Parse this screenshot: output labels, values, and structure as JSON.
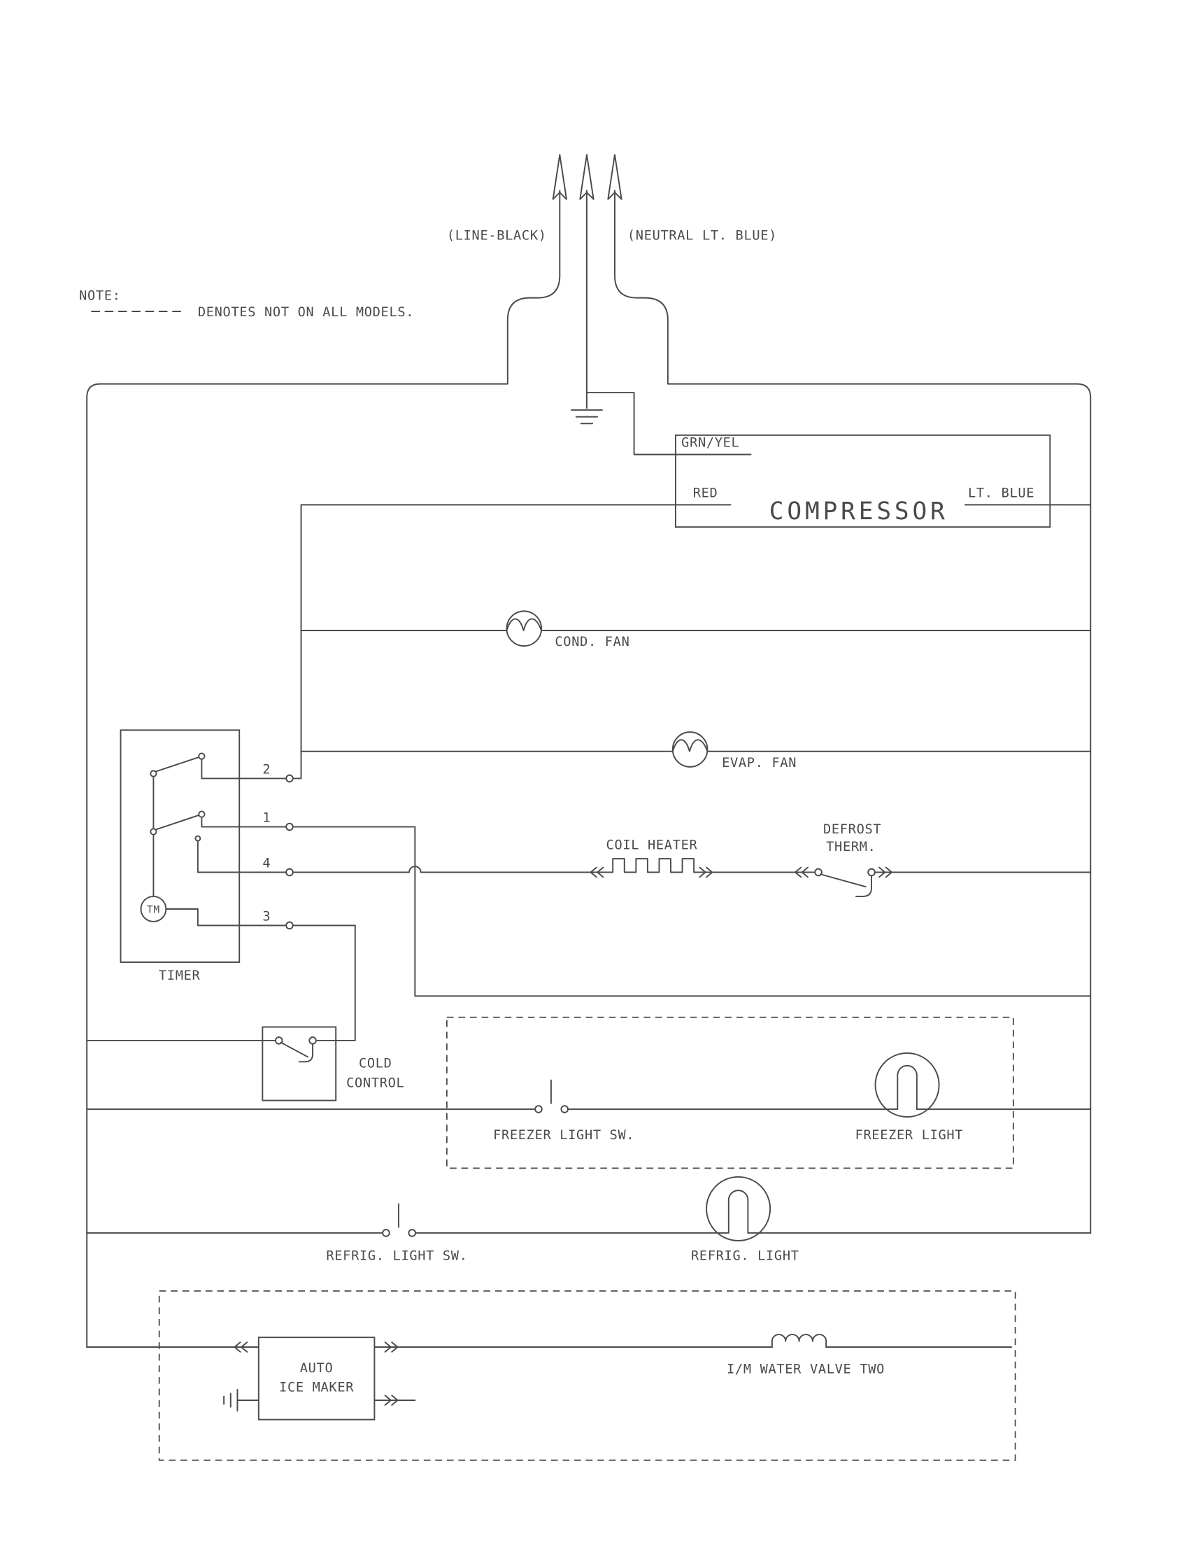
{
  "note": {
    "title": "NOTE:",
    "legend": "DENOTES NOT ON ALL MODELS."
  },
  "supply": {
    "line_label": "(LINE-BLACK)",
    "neutral_label": "(NEUTRAL LT. BLUE)"
  },
  "compressor": {
    "title": "COMPRESSOR",
    "wire_grn_yel": "GRN/YEL",
    "wire_red": "RED",
    "wire_lt_blue": "LT. BLUE"
  },
  "components": {
    "cond_fan": "COND. FAN",
    "evap_fan": "EVAP. FAN",
    "coil_heater": "COIL HEATER",
    "defrost_therm_line1": "DEFROST",
    "defrost_therm_line2": "THERM.",
    "cold_control_line1": "COLD",
    "cold_control_line2": "CONTROL",
    "freezer_light_sw": "FREEZER LIGHT SW.",
    "freezer_light": "FREEZER LIGHT",
    "refrig_light_sw": "REFRIG. LIGHT SW.",
    "refrig_light": "REFRIG. LIGHT",
    "ice_maker_line1": "AUTO",
    "ice_maker_line2": "ICE MAKER",
    "water_valve": "I/M WATER VALVE TWO"
  },
  "timer": {
    "label": "TIMER",
    "motor": "TM",
    "terminals": {
      "t2": "2",
      "t1": "1",
      "t4": "4",
      "t3": "3"
    }
  },
  "colors": {
    "ink": "#4a4a4a",
    "background": "#ffffff"
  }
}
